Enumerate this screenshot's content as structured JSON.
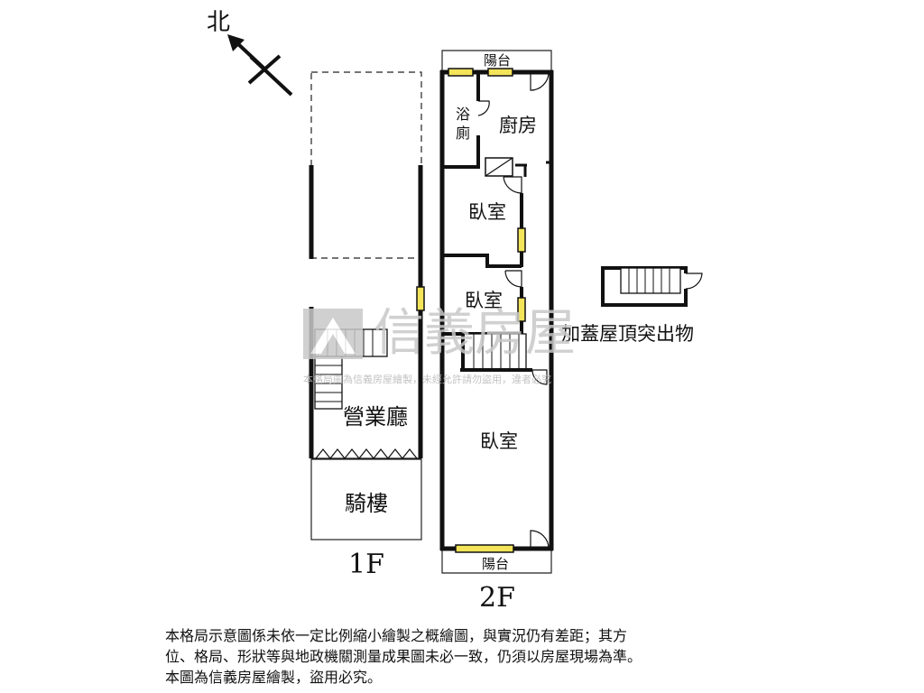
{
  "north_label": "北",
  "floors": {
    "first": {
      "label": "1F",
      "rooms": {
        "hall": "營業廳",
        "arcade": "騎樓"
      }
    },
    "second": {
      "label": "2F",
      "rooms": {
        "balcony_top": "陽台",
        "bath_line1": "浴",
        "bath_line2": "廁",
        "kitchen": "廚房",
        "bedroom_1": "臥室",
        "bedroom_2": "臥室",
        "bedroom_3": "臥室",
        "balcony_bottom": "陽台"
      }
    }
  },
  "rooftop": {
    "label": "加蓋屋頂突出物"
  },
  "watermark": {
    "brand": "信義房屋",
    "notice": "本格局圖為信義房屋繪製，未經允許請勿盜用，違者必究"
  },
  "disclaimer": {
    "line1": "本格局示意圖係未依一定比例縮小繪製之概繪圖，與實況仍有差距；其方",
    "line2": "位、格局、形狀等與地政機關測量成果圖未必一致，仍須以房屋現場為準。",
    "line3": "本圖為信義房屋繪製，盜用必究。"
  },
  "colors": {
    "wall": "#111111",
    "window_fill": "#f3e45a",
    "watermark": "#c8c8c8",
    "background": "#ffffff"
  }
}
